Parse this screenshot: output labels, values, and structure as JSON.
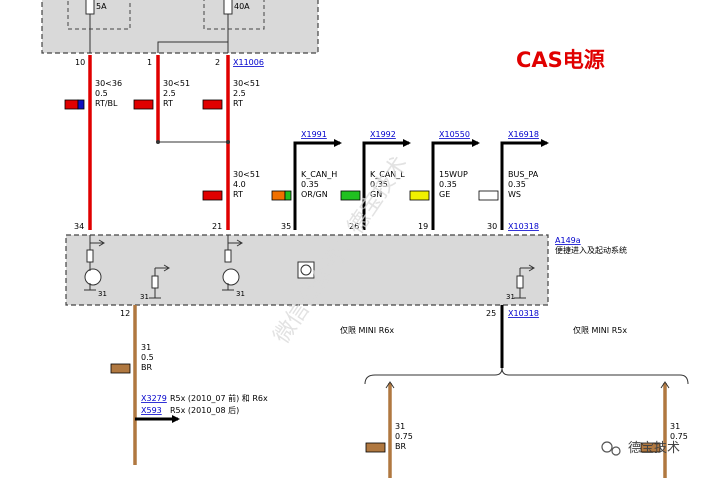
{
  "title": "CAS电源",
  "fuses": [
    {
      "rating": "5A"
    },
    {
      "rating": "40A"
    }
  ],
  "upper_connector": {
    "id": "X11006"
  },
  "upper_pins": [
    {
      "pin": "10",
      "label_lines": [
        "30<36",
        "0.5",
        "RT/BL"
      ],
      "swatch": [
        "#e00000",
        "#1010c0"
      ]
    },
    {
      "pin": "1",
      "label_lines": [
        "30<51",
        "2.5",
        "RT"
      ],
      "swatch": [
        "#e00000"
      ]
    },
    {
      "pin": "2",
      "label_lines": [
        "30<51",
        "2.5",
        "RT"
      ],
      "swatch": [
        "#e00000"
      ]
    }
  ],
  "mid_wire": {
    "label_lines": [
      "30<51",
      "4.0",
      "RT"
    ],
    "swatch": [
      "#e00000"
    ]
  },
  "signals": [
    {
      "target": "X1991",
      "pin": "35",
      "label_lines": [
        "K_CAN_H",
        "0.35",
        "OR/GN"
      ],
      "swatch": [
        "#f07000",
        "#20c020"
      ]
    },
    {
      "target": "X1992",
      "pin": "26",
      "label_lines": [
        "K_CAN_L",
        "0.35",
        "GN"
      ],
      "swatch": [
        "#20c020"
      ]
    },
    {
      "target": "X10550",
      "pin": "19",
      "label_lines": [
        "15WUP",
        "0.35",
        "GE"
      ],
      "swatch": [
        "#f0f000"
      ]
    },
    {
      "target": "X16918",
      "pin": "30",
      "label_lines": [
        "BUS_PA",
        "0.35",
        "WS"
      ],
      "swatch": [
        "#ffffff"
      ]
    }
  ],
  "module": {
    "id": "A149a",
    "desc": "便捷进入及起动系统",
    "pins_top": [
      "34",
      "21"
    ],
    "connector": "X10318",
    "internal_ground": "31"
  },
  "lower_left": {
    "pin": "12",
    "label_lines": [
      "31",
      "0.5",
      "BR"
    ],
    "swatch": [
      "#b07840"
    ]
  },
  "lower_right": {
    "pin": "25",
    "connector": "X10318"
  },
  "note_r6x": "仅限 MINI R6x",
  "note_r5x": "仅限 MINI R5x",
  "ground_links": [
    {
      "target": "X3279",
      "text": "R5x (2010_07 前) 和 R6x"
    },
    {
      "target": "X593",
      "text": "R5x (2010_08 后)"
    }
  ],
  "branches": [
    {
      "label_lines": [
        "31",
        "0.75",
        "BR"
      ],
      "swatch": [
        "#b07840"
      ]
    },
    {
      "label_lines": [
        "31",
        "0.75"
      ],
      "swatch": [
        "#b07840"
      ]
    }
  ],
  "watermarks": [
    "微信公众号：德宝技术",
    "德宝技术"
  ],
  "colors": {
    "power_wire": "#e00000",
    "ground_wire": "#b07840",
    "signal_wire": "#000000",
    "title": "#e00000",
    "link": "#0000cc",
    "module_fill": "#d9d9d9"
  }
}
